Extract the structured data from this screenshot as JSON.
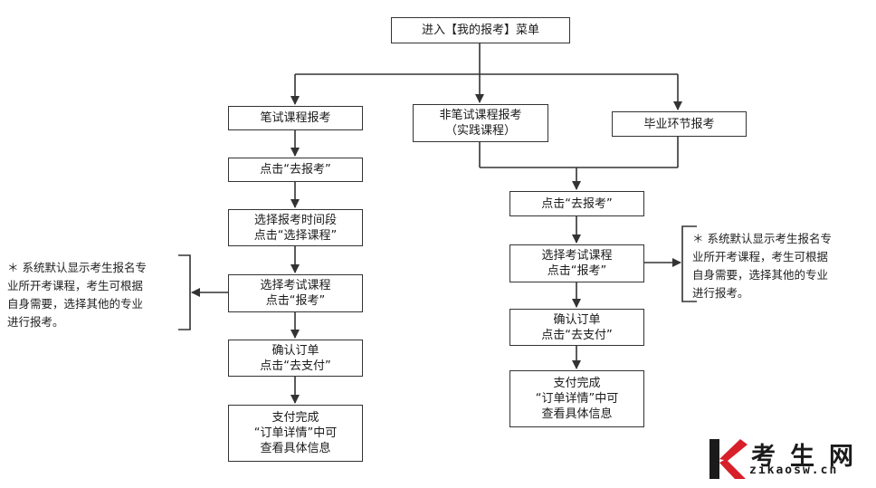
{
  "top": {
    "label": "进入【我的报考】菜单"
  },
  "branches": {
    "written": {
      "label": "笔试课程报考"
    },
    "non_written": {
      "line1": "非笔试课程报考",
      "line2": "（实践课程）"
    },
    "graduation": {
      "label": "毕业环节报考"
    }
  },
  "left_flow": {
    "step1": {
      "line1": "点击“去报考”"
    },
    "step2": {
      "line1": "选择报考时间段",
      "line2": "点击“选择课程”"
    },
    "step3": {
      "line1": "选择考试课程",
      "line2": "点击“报考”"
    },
    "step4": {
      "line1": "确认订单",
      "line2": "点击“去支付”"
    },
    "step5": {
      "line1": "支付完成",
      "line2": "“订单详情”中可",
      "line3": "查看具体信息"
    }
  },
  "right_flow": {
    "step1": {
      "line1": "点击“去报考”"
    },
    "step2": {
      "line1": "选择考试课程",
      "line2": "点击“报考”"
    },
    "step3": {
      "line1": "确认订单",
      "line2": "点击“去支付”"
    },
    "step4": {
      "line1": "支付完成",
      "line2": "“订单详情”中可",
      "line3": "查看具体信息"
    }
  },
  "notes": {
    "left": {
      "line1": "＊ 系统默认显示考生报名专",
      "line2": "业所开考课程，考生可根据",
      "line3": "自身需要，选择其他的专业",
      "line4": "进行报考。"
    },
    "right": {
      "line1": "＊ 系统默认显示考生报名专",
      "line2": "业所开考课程，考生可根据",
      "line3": "自身需要，选择其他的专业",
      "line4": "进行报考。"
    }
  },
  "logo": {
    "text": "考生网",
    "url": "zikaosw.cn",
    "color_red": "#d7202a"
  }
}
